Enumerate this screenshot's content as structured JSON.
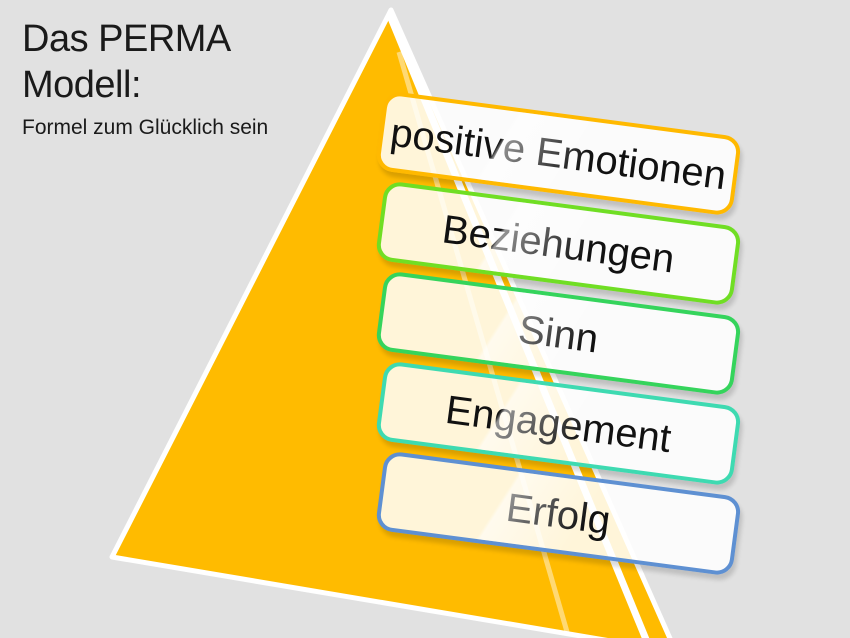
{
  "slide": {
    "title_line1": "Das PERMA",
    "title_line2": "Modell:",
    "subtitle": "Formel zum Glücklich sein"
  },
  "pyramid": {
    "description": "PERMA model pyramid list",
    "triangle_color": "#FFBB00",
    "triangle_outline": "#FFFFFF",
    "box_fill": "rgba(255,255,255,0.85)",
    "boxes": [
      {
        "label": "positive Emotionen",
        "border_color": "#FFB900"
      },
      {
        "label": "Beziehungen",
        "border_color": "#70DE24"
      },
      {
        "label": "Sinn",
        "border_color": "#35D45C"
      },
      {
        "label": "Engagement",
        "border_color": "#3EDAB1"
      },
      {
        "label": "Erfolg",
        "border_color": "#5E90D2"
      }
    ]
  },
  "colors": {
    "background": "#E1E1E1",
    "text": "#1A1A1A"
  }
}
